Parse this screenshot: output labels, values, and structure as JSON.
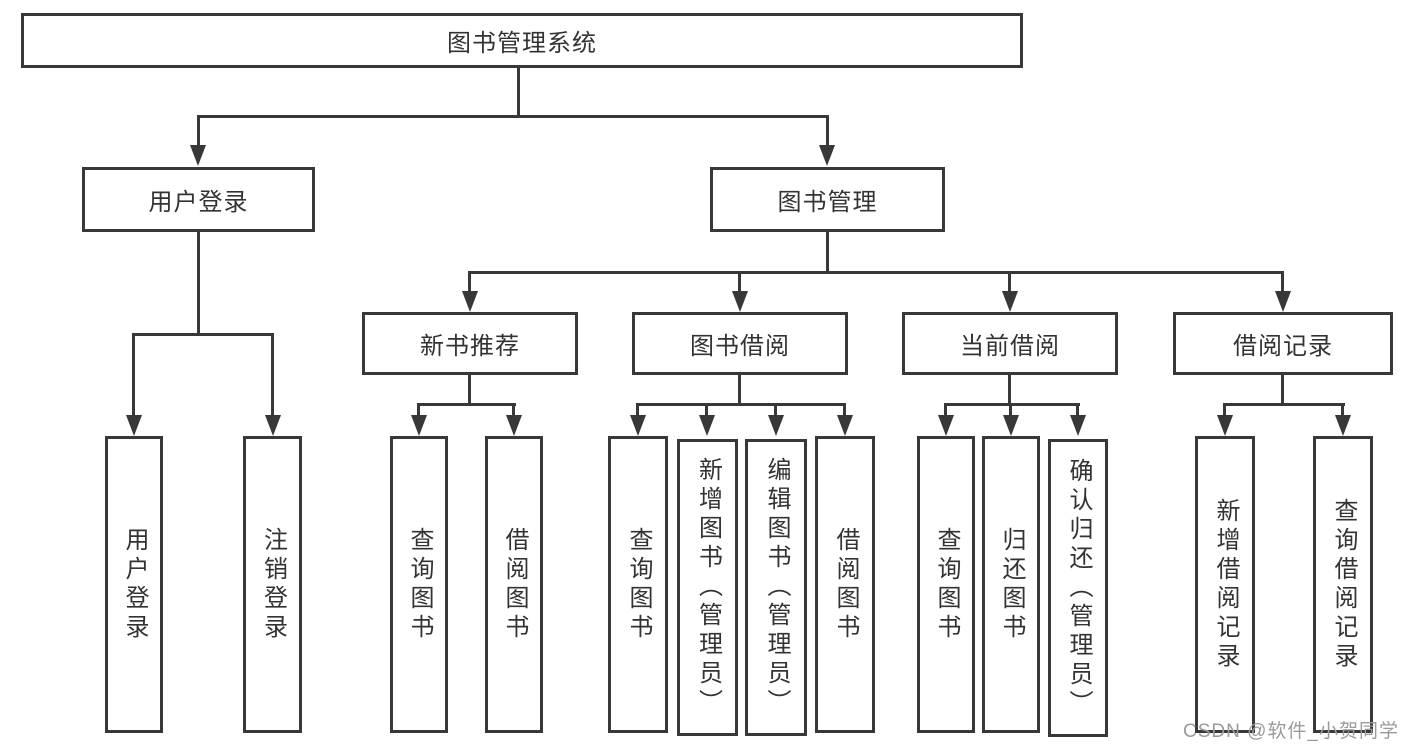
{
  "diagram": {
    "nodes": {
      "root": "图书管理系统",
      "user_login": "用户登录",
      "book_management": "图书管理",
      "login": "用户登录",
      "logout": "注销登录",
      "new_book_recommend": "新书推荐",
      "book_borrow": "图书借阅",
      "current_borrow": "当前借阅",
      "borrow_record": "借阅记录",
      "nb_query_book": "查询图书",
      "nb_borrow_book": "借阅图书",
      "bb_query_book": "查询图书",
      "bb_add_book": "新增图书（管理员）",
      "bb_edit_book": "编辑图书（管理员）",
      "bb_borrow_book": "借阅图书",
      "cb_query_book": "查询图书",
      "cb_return_book": "归还图书",
      "cb_confirm_return": "确认归还（管理员）",
      "br_add_record": "新增借阅记录",
      "br_query_record": "查询借阅记录"
    },
    "colors": {
      "line": "#383838",
      "text": "#333333",
      "watermark": "#9b9b9b",
      "background": "#ffffff"
    }
  },
  "watermark": "CSDN @软件_小贺同学"
}
